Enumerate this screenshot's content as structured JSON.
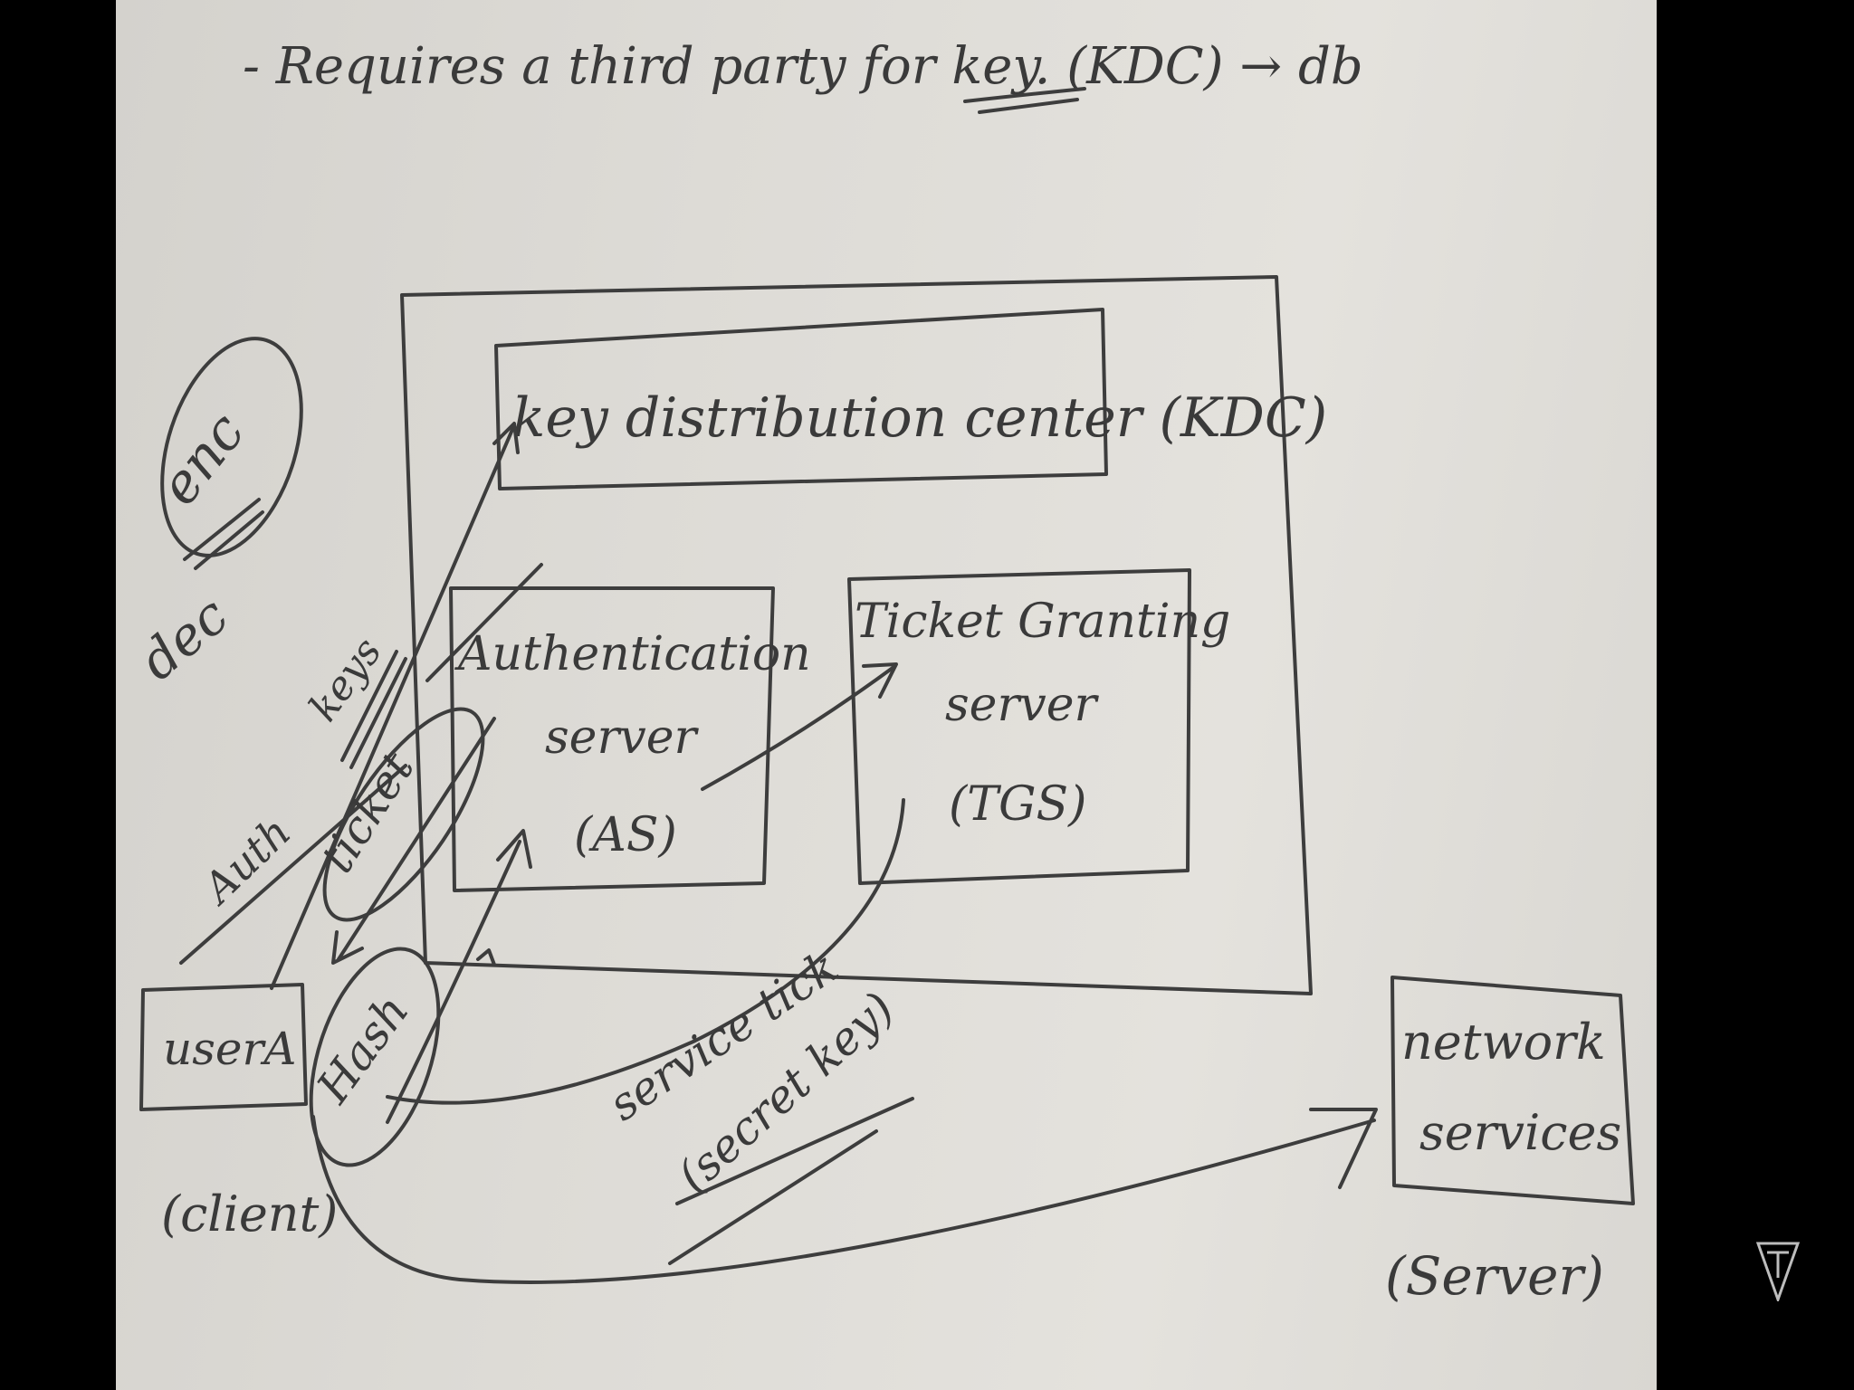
{
  "note": {
    "header": "- Requires a third party for key. (KDC) → db",
    "kdc_title": "key distribution center (KDC)",
    "as": [
      "Authentication",
      "server",
      "(AS)"
    ],
    "tgs": [
      "Ticket Granting",
      "server",
      "(TGS)"
    ],
    "client_box": "userA",
    "client_label": "(client)",
    "network": [
      "network",
      "services"
    ],
    "server_label": "(Server)",
    "side_enc": "enc",
    "side_dec": "dec",
    "arrow_labels": {
      "keys": "keys",
      "ticket": "ticket",
      "auth": "Auth",
      "hash": "Hash",
      "service_ticket": "service tick",
      "secret_key": "(secret key)"
    }
  }
}
